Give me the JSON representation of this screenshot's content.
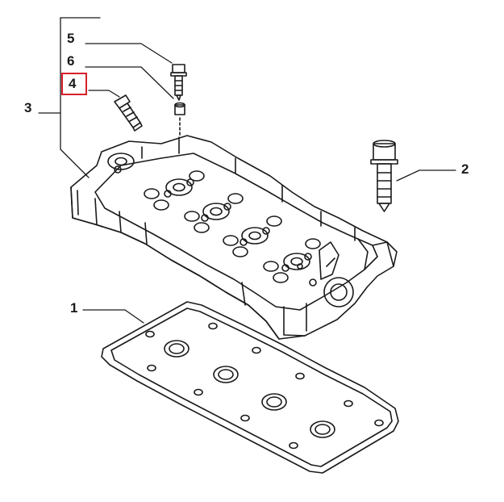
{
  "diagram": {
    "highlight_color": "#d61f2b",
    "line_color": "#1a1a1a",
    "callouts": [
      {
        "id": "1",
        "label": "1"
      },
      {
        "id": "2",
        "label": "2"
      },
      {
        "id": "3",
        "label": "3"
      },
      {
        "id": "4",
        "label": "4",
        "highlighted": true
      },
      {
        "id": "5",
        "label": "5"
      },
      {
        "id": "6",
        "label": "6"
      }
    ]
  }
}
